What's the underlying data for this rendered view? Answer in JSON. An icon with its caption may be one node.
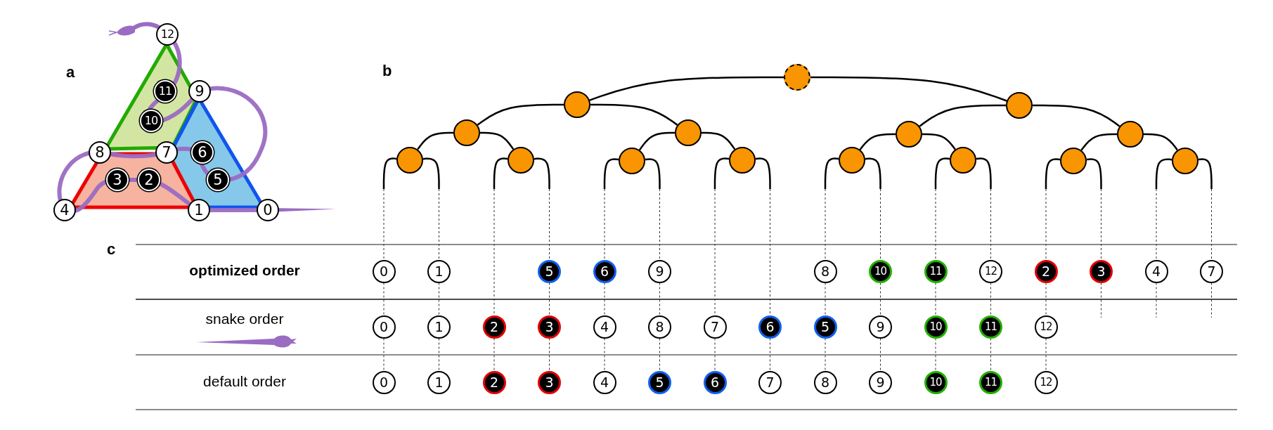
{
  "diagram": {
    "nodes": [
      {
        "text": [
          "12"
        ]
      },
      {
        "text": [
          "11"
        ]
      },
      {
        "text": [
          "9"
        ]
      },
      {
        "text": [
          "10"
        ]
      },
      {
        "text": [
          "8"
        ]
      },
      {
        "text": [
          "7"
        ]
      },
      {
        "text": [
          "6"
        ]
      },
      {
        "text": [
          "3"
        ]
      },
      {
        "text": [
          "2"
        ]
      },
      {
        "text": [
          "5"
        ]
      },
      {
        "text": [
          "4"
        ]
      },
      {
        "text": [
          "1"
        ]
      },
      {
        "text": [
          "0"
        ]
      },
      {
        "text": [],
        "shape": "circle"
      },
      {
        "text": [],
        "shape": "circle"
      },
      {
        "text": [],
        "shape": "circle"
      },
      {
        "text": [],
        "shape": "circle"
      },
      {
        "text": [],
        "shape": "circle"
      },
      {
        "text": [],
        "shape": "circle"
      },
      {
        "text": [],
        "shape": "circle"
      },
      {
        "text": [],
        "shape": "circle"
      },
      {
        "text": [],
        "shape": "circle"
      },
      {
        "text": [],
        "shape": "circle"
      },
      {
        "text": [],
        "shape": "circle"
      },
      {
        "text": [],
        "shape": "circle"
      },
      {
        "text": [],
        "shape": "circle"
      },
      {
        "text": [],
        "shape": "circle"
      },
      {
        "text": [],
        "shape": "circle"
      },
      {
        "text": [
          "0"
        ]
      },
      {
        "text": [
          "1"
        ]
      },
      {
        "text": [
          "5"
        ]
      },
      {
        "text": [
          "6"
        ]
      },
      {
        "text": [
          "9"
        ]
      },
      {
        "text": [
          "8"
        ]
      },
      {
        "text": [
          "10"
        ]
      },
      {
        "text": [
          "11"
        ]
      },
      {
        "text": [
          "12"
        ]
      },
      {
        "text": [
          "2"
        ]
      },
      {
        "text": [
          "3"
        ]
      },
      {
        "text": [
          "4"
        ]
      },
      {
        "text": [
          "7"
        ]
      },
      {
        "text": [
          "0"
        ]
      },
      {
        "text": [
          "1"
        ]
      },
      {
        "text": [
          "2"
        ]
      },
      {
        "text": [
          "3"
        ]
      },
      {
        "text": [
          "4"
        ]
      },
      {
        "text": [
          "8"
        ]
      },
      {
        "text": [
          "7"
        ]
      },
      {
        "text": [
          "6"
        ]
      },
      {
        "text": [
          "5"
        ]
      },
      {
        "text": [
          "9"
        ]
      },
      {
        "text": [
          "10"
        ]
      },
      {
        "text": [
          "11"
        ]
      },
      {
        "text": [
          "12"
        ]
      },
      {
        "text": [
          "0"
        ]
      },
      {
        "text": [
          "1"
        ]
      },
      {
        "text": [
          "2"
        ]
      },
      {
        "text": [
          "3"
        ]
      },
      {
        "text": [
          "4"
        ]
      },
      {
        "text": [
          "5"
        ]
      },
      {
        "text": [
          "6"
        ]
      },
      {
        "text": [
          "7"
        ]
      },
      {
        "text": [
          "8"
        ]
      },
      {
        "text": [
          "9"
        ]
      },
      {
        "text": [
          "10"
        ]
      },
      {
        "text": [
          "11"
        ]
      },
      {
        "text": [
          "12"
        ]
      }
    ],
    "edges": [
      {
        "from": 13,
        "to": 14,
        "arrow": "none"
      },
      {
        "from": 13,
        "to": 15,
        "arrow": "none"
      },
      {
        "from": 14,
        "to": 16,
        "arrow": "none"
      },
      {
        "from": 14,
        "to": 17,
        "arrow": "none"
      },
      {
        "from": 15,
        "to": 18,
        "arrow": "none"
      },
      {
        "from": 15,
        "to": 19,
        "arrow": "none"
      },
      {
        "from": 16,
        "to": 20,
        "arrow": "none"
      },
      {
        "from": 16,
        "to": 21,
        "arrow": "none"
      },
      {
        "from": 17,
        "to": 22,
        "arrow": "none"
      },
      {
        "from": 17,
        "to": 23,
        "arrow": "none"
      },
      {
        "from": 18,
        "to": 24,
        "arrow": "none"
      },
      {
        "from": 18,
        "to": 25,
        "arrow": "none"
      },
      {
        "from": 19,
        "to": 26,
        "arrow": "none"
      },
      {
        "from": 19,
        "to": 27,
        "arrow": "none"
      },
      {
        "from": 20,
        "to": null,
        "arrow": "none"
      },
      {
        "from": 20,
        "to": null,
        "arrow": "none"
      },
      {
        "from": 21,
        "to": null,
        "arrow": "none"
      },
      {
        "from": 21,
        "to": null,
        "arrow": "none"
      },
      {
        "from": 22,
        "to": null,
        "arrow": "none"
      },
      {
        "from": 22,
        "to": null,
        "arrow": "none"
      },
      {
        "from": 23,
        "to": null,
        "arrow": "none"
      },
      {
        "from": 23,
        "to": null,
        "arrow": "none"
      },
      {
        "from": 24,
        "to": null,
        "arrow": "none"
      },
      {
        "from": 24,
        "to": null,
        "arrow": "none"
      },
      {
        "from": 25,
        "to": null,
        "arrow": "none"
      },
      {
        "from": 25,
        "to": null,
        "arrow": "none"
      },
      {
        "from": 26,
        "to": null,
        "arrow": "none"
      },
      {
        "from": 26,
        "to": null,
        "arrow": "none"
      },
      {
        "from": 27,
        "to": null,
        "arrow": "none"
      },
      {
        "from": 27,
        "to": null,
        "arrow": "none"
      },
      {
        "from": null,
        "to": 28,
        "arrow": "none",
        "style": "dashed"
      },
      {
        "from": 28,
        "to": 41,
        "arrow": "none",
        "style": "dashed"
      },
      {
        "from": 41,
        "to": 54,
        "arrow": "none",
        "style": "dashed"
      },
      {
        "from": null,
        "to": 29,
        "arrow": "none",
        "style": "dashed"
      },
      {
        "from": 29,
        "to": 42,
        "arrow": "none",
        "style": "dashed"
      },
      {
        "from": 42,
        "to": 55,
        "arrow": "none",
        "style": "dashed"
      },
      {
        "from": null,
        "to": 43,
        "arrow": "none",
        "style": "dashed"
      },
      {
        "from": 43,
        "to": 56,
        "arrow": "none",
        "style": "dashed"
      },
      {
        "from": null,
        "to": 30,
        "arrow": "none",
        "style": "dashed"
      },
      {
        "from": 30,
        "to": 44,
        "arrow": "none",
        "style": "dashed"
      },
      {
        "from": 44,
        "to": 57,
        "arrow": "none",
        "style": "dashed"
      },
      {
        "from": null,
        "to": 31,
        "arrow": "none",
        "style": "dashed"
      },
      {
        "from": 31,
        "to": 45,
        "arrow": "none",
        "style": "dashed"
      },
      {
        "from": 45,
        "to": 58,
        "arrow": "none",
        "style": "dashed"
      },
      {
        "from": null,
        "to": 32,
        "arrow": "none",
        "style": "dashed"
      },
      {
        "from": 32,
        "to": 46,
        "arrow": "none",
        "style": "dashed"
      },
      {
        "from": 46,
        "to": 59,
        "arrow": "none",
        "style": "dashed"
      },
      {
        "from": null,
        "to": 47,
        "arrow": "none",
        "style": "dashed"
      },
      {
        "from": 47,
        "to": 60,
        "arrow": "none",
        "style": "dashed"
      },
      {
        "from": null,
        "to": 48,
        "arrow": "none",
        "style": "dashed"
      },
      {
        "from": 48,
        "to": 61,
        "arrow": "none",
        "style": "dashed"
      },
      {
        "from": null,
        "to": 33,
        "arrow": "none",
        "style": "dashed"
      },
      {
        "from": 33,
        "to": 49,
        "arrow": "none",
        "style": "dashed"
      },
      {
        "from": 49,
        "to": 62,
        "arrow": "none",
        "style": "dashed"
      },
      {
        "from": null,
        "to": 34,
        "arrow": "none",
        "style": "dashed"
      },
      {
        "from": 34,
        "to": 50,
        "arrow": "none",
        "style": "dashed"
      },
      {
        "from": 50,
        "to": 63,
        "arrow": "none",
        "style": "dashed"
      },
      {
        "from": null,
        "to": 35,
        "arrow": "none",
        "style": "dashed"
      },
      {
        "from": 35,
        "to": 51,
        "arrow": "none",
        "style": "dashed"
      },
      {
        "from": 51,
        "to": 64,
        "arrow": "none",
        "style": "dashed"
      },
      {
        "from": null,
        "to": 36,
        "arrow": "none",
        "style": "dashed"
      },
      {
        "from": 36,
        "to": 52,
        "arrow": "none",
        "style": "dashed"
      },
      {
        "from": 52,
        "to": 65,
        "arrow": "none",
        "style": "dashed"
      },
      {
        "from": null,
        "to": 37,
        "arrow": "none",
        "style": "dashed"
      },
      {
        "from": 37,
        "to": 53,
        "arrow": "none",
        "style": "dashed"
      },
      {
        "from": 53,
        "to": 66,
        "arrow": "none",
        "style": "dashed"
      },
      {
        "from": null,
        "to": 38,
        "arrow": "none",
        "style": "dashed"
      },
      {
        "from": 38,
        "to": null,
        "arrow": "none",
        "style": "dashed"
      },
      {
        "from": null,
        "to": 39,
        "arrow": "none",
        "style": "dashed"
      },
      {
        "from": 39,
        "to": null,
        "arrow": "none",
        "style": "dashed"
      },
      {
        "from": null,
        "to": 40,
        "arrow": "none",
        "style": "dashed"
      },
      {
        "from": 40,
        "to": null,
        "arrow": "none",
        "style": "dashed"
      }
    ],
    "labels": [
      "a",
      "b",
      "c",
      "optimized order",
      "snake order",
      "default order"
    ]
  }
}
